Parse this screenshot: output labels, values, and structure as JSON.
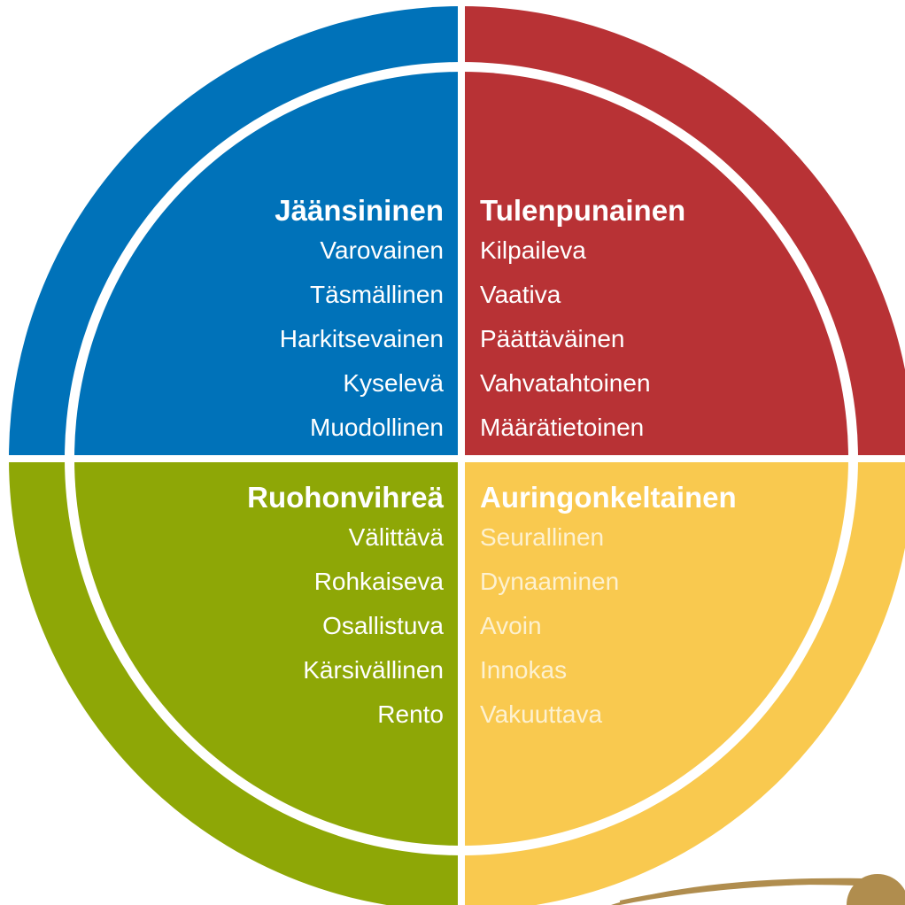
{
  "colors": {
    "blue": "#0072b9",
    "red": "#b83235",
    "green": "#8ea706",
    "yellow": "#f9c94f",
    "background": "#ffffff",
    "accent": "#b08d4e"
  },
  "quadrants": {
    "blue": {
      "title": "Jäänsininen",
      "traits": [
        "Varovainen",
        "Täsmällinen",
        "Harkitsevainen",
        "Kyselevä",
        "Muodollinen"
      ]
    },
    "red": {
      "title": "Tulenpunainen",
      "traits": [
        "Kilpaileva",
        "Vaativa",
        "Päättäväinen",
        "Vahvatahtoinen",
        "Määrätietoinen"
      ]
    },
    "green": {
      "title": "Ruohonvihreä",
      "traits": [
        "Välittävä",
        "Rohkaiseva",
        "Osallistuva",
        "Kärsivällinen",
        "Rento"
      ]
    },
    "yellow": {
      "title": "Auringonkeltainen",
      "traits": [
        "Seurallinen",
        "Dynaaminen",
        "Avoin",
        "Innokas",
        "Vakuuttava"
      ]
    }
  }
}
